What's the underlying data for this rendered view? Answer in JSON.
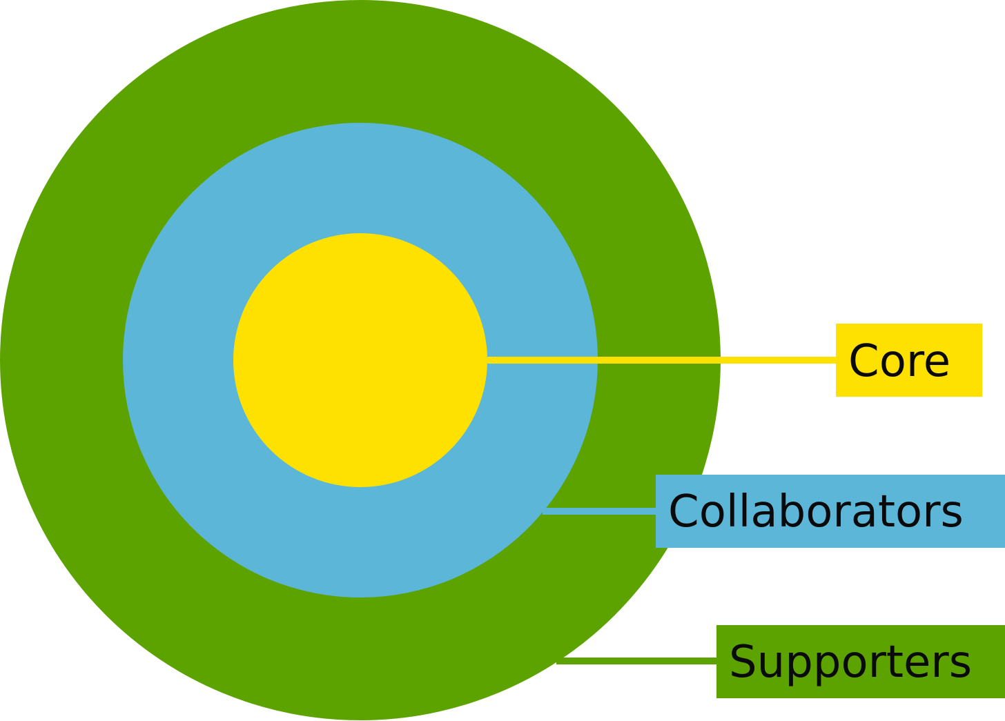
{
  "colors": {
    "supporters": "#5da300",
    "collaborators": "#5cb6d8",
    "core": "#ffe100",
    "text": "#0a0a0a"
  },
  "rings": {
    "supporters": {
      "label": "Supporters"
    },
    "collaborators": {
      "label": "Collaborators"
    },
    "core": {
      "label": "Core"
    }
  }
}
